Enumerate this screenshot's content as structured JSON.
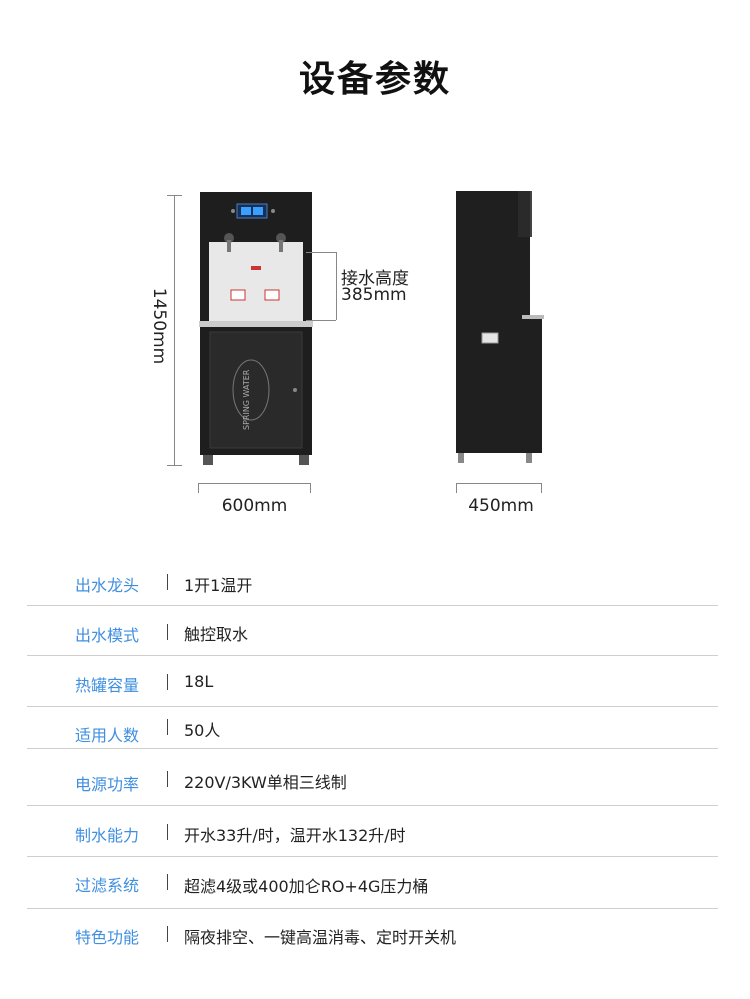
{
  "page": {
    "title": "设备参数"
  },
  "figure": {
    "height_label": "1450mm",
    "front_width_label": "600mm",
    "side_width_label": "450mm",
    "water_height_label": "接水高度",
    "water_height_value": "385mm",
    "brand_text": "SPRING WATER"
  },
  "specs": [
    {
      "label": "出水龙头",
      "value": "1开1温开"
    },
    {
      "label": "出水模式",
      "value": "触控取水"
    },
    {
      "label": "热罐容量",
      "value": "18L"
    },
    {
      "label": "适用人数",
      "value": "50人"
    },
    {
      "label": "电源功率",
      "value": "220V/3KW单相三线制"
    },
    {
      "label": "制水能力",
      "value": "开水33升/时，温开水132升/时"
    },
    {
      "label": "过滤系统",
      "value": "超滤4级或400加仑RO+4G压力桶"
    },
    {
      "label": "特色功能",
      "value": "隔夜排空、一键高温消毒、定时开关机"
    }
  ]
}
